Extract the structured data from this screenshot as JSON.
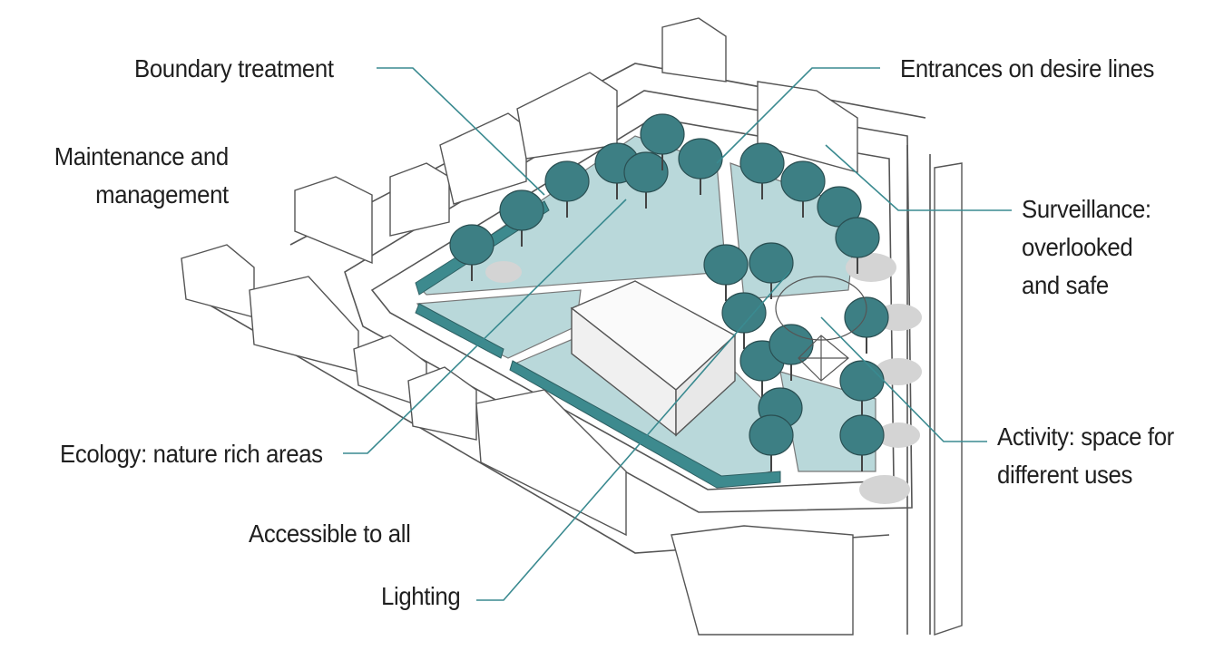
{
  "labels": {
    "boundary": "Boundary treatment",
    "maintenance": [
      "Maintenance and",
      "management"
    ],
    "ecology": "Ecology: nature rich areas",
    "accessible": "Accessible to all",
    "lighting": "Lighting",
    "entrances": "Entrances on desire lines",
    "surveillance": [
      "Surveillance:",
      "overlooked",
      "and safe"
    ],
    "activity": [
      "Activity: space for",
      "different uses"
    ]
  },
  "colors": {
    "lawn": "#b9d8da",
    "tree": "#3d7f84",
    "hedge": "#3d8a8e",
    "leader": "#3a8a90",
    "ink": "#444444",
    "shadow": "#cfcfcf"
  }
}
